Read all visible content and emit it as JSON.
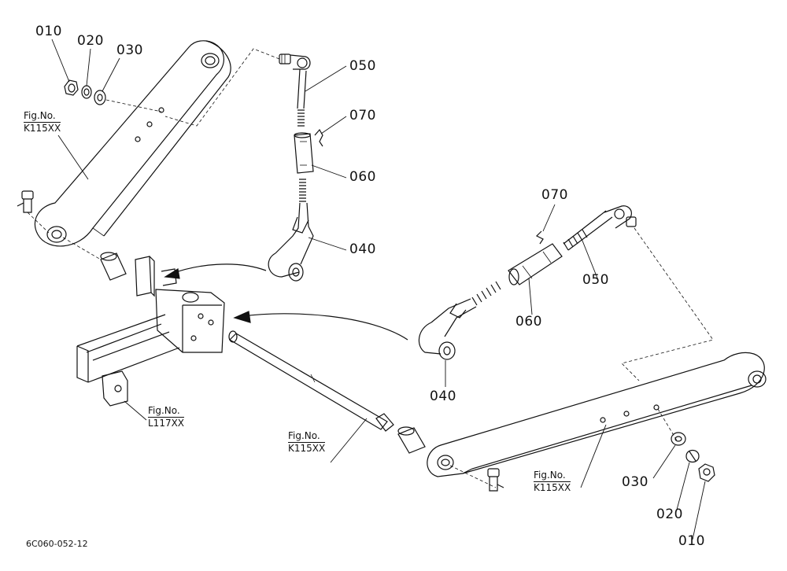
{
  "part_labels": {
    "left_nut": "010",
    "left_lock_washer": "020",
    "left_washer": "030",
    "left_upper_rod": "050",
    "left_pin": "070",
    "left_turnbuckle": "060",
    "left_lower_yoke": "040",
    "right_pin": "070",
    "right_upper_rod": "050",
    "right_turnbuckle": "060",
    "right_lower_yoke": "040",
    "right_washer": "030",
    "right_lock_washer": "020",
    "right_nut": "010"
  },
  "figure_refs": {
    "left_arm": {
      "title": "Fig.No.",
      "code": "K115XX"
    },
    "frame": {
      "title": "Fig.No.",
      "code": "L117XX"
    },
    "cross_shaft": {
      "title": "Fig.No.",
      "code": "K115XX"
    },
    "right_arm": {
      "title": "Fig.No.",
      "code": "K115XX"
    }
  },
  "drawing_id": "6C060-052-12"
}
